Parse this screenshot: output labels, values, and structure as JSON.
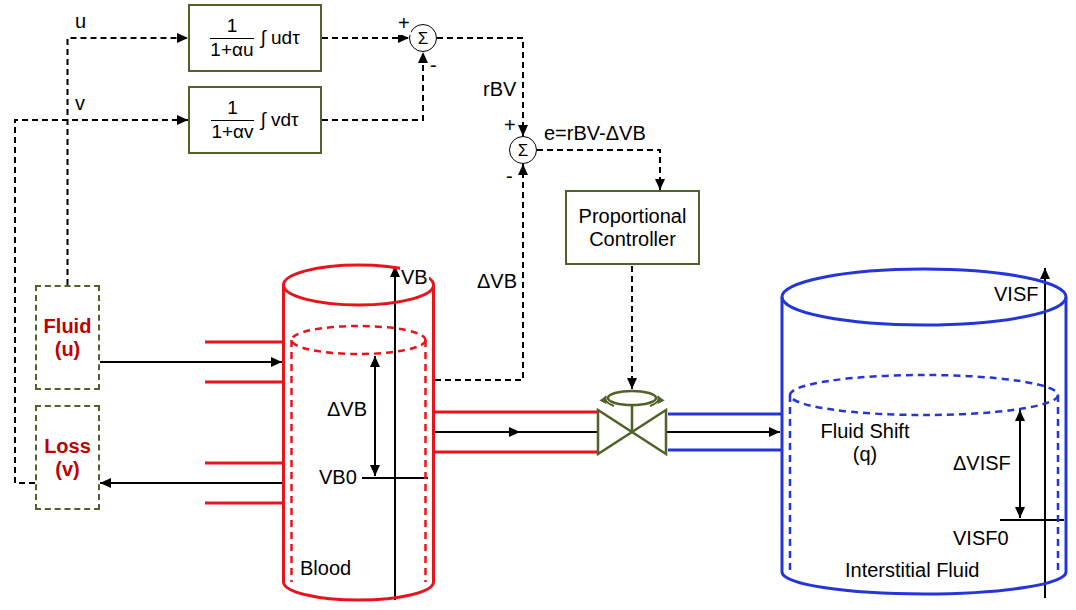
{
  "diagram": {
    "nodes": [
      {
        "text": [
          "1",
          "1+αu",
          "∫ udτ"
        ]
      },
      {
        "text": [
          "Σ"
        ]
      },
      {
        "text": [
          "1",
          "1+αv",
          "∫ vdτ"
        ]
      },
      {
        "text": [
          "Σ"
        ]
      },
      {
        "text": [
          "Proportional Controller"
        ]
      },
      {
        "text": [
          "Fluid (u)"
        ]
      },
      {
        "text": [
          "Blood"
        ]
      },
      {
        "text": [
          "Interstitial Fluid"
        ]
      },
      {
        "text": [
          "Loss (v)"
        ]
      }
    ],
    "edges": [
      {
        "from": 5,
        "to": 0,
        "arrow": "to",
        "label": "u"
      },
      {
        "from": 8,
        "to": 2,
        "arrow": "to",
        "label": "v"
      },
      {
        "from": 0,
        "to": 1,
        "arrow": "to"
      },
      {
        "from": 2,
        "to": 1,
        "arrow": "to"
      },
      {
        "from": 1,
        "to": 3,
        "arrow": "to",
        "label": "rBV"
      },
      {
        "from": 3,
        "to": 4,
        "arrow": "to",
        "label": "e=rBV-ΔVB"
      },
      {
        "from": 6,
        "to": 3,
        "arrow": "to",
        "label": "ΔVB"
      },
      {
        "from": 5,
        "to": 6,
        "arrow": "to"
      },
      {
        "from": 6,
        "to": 8,
        "arrow": "to"
      },
      {
        "from": 6,
        "to": 7,
        "arrow": "to"
      }
    ],
    "labels": [
      "+",
      "-",
      "+",
      "-",
      "VB",
      "ΔVB",
      "VB0",
      "VISF",
      "ΔVISF",
      "VISF0",
      "Fluid Shift (q)"
    ]
  }
}
